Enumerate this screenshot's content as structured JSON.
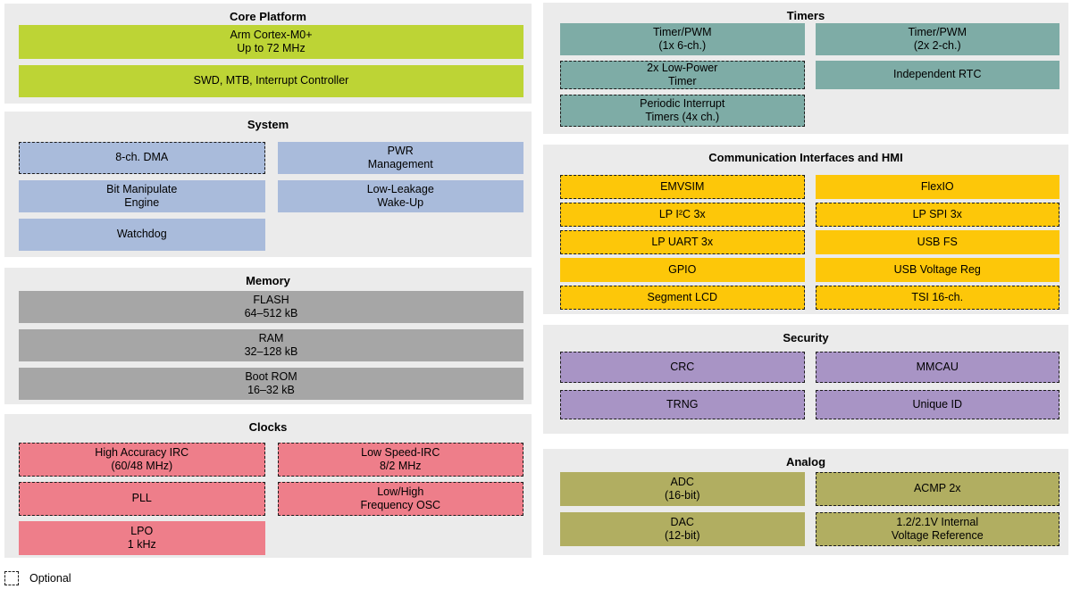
{
  "sections": {
    "core_platform": {
      "title": "Core Platform",
      "blocks": [
        {
          "text": "Arm Cortex-M0+\nUp to 72 MHz",
          "optional": false
        },
        {
          "text": "SWD, MTB, Interrupt Controller",
          "optional": false
        }
      ]
    },
    "system": {
      "title": "System",
      "blocks": [
        {
          "text": "8-ch. DMA",
          "optional": true
        },
        {
          "text": "PWR\nManagement",
          "optional": false
        },
        {
          "text": "Bit Manipulate\nEngine",
          "optional": false
        },
        {
          "text": "Low-Leakage\nWake-Up",
          "optional": false
        },
        {
          "text": "Watchdog",
          "optional": false
        }
      ]
    },
    "memory": {
      "title": "Memory",
      "blocks": [
        {
          "text": "FLASH\n64–512 kB",
          "optional": false
        },
        {
          "text": "RAM\n32–128 kB",
          "optional": false
        },
        {
          "text": "Boot ROM\n16–32 kB",
          "optional": false
        }
      ]
    },
    "clocks": {
      "title": "Clocks",
      "blocks": [
        {
          "text": "High Accuracy IRC\n(60/48 MHz)",
          "optional": true
        },
        {
          "text": "Low Speed-IRC\n8/2 MHz",
          "optional": true
        },
        {
          "text": "PLL",
          "optional": true
        },
        {
          "text": "Low/High\nFrequency OSC",
          "optional": true
        },
        {
          "text": "LPO\n1 kHz",
          "optional": false
        }
      ]
    },
    "timers": {
      "title": "Timers",
      "blocks": [
        {
          "text": "Timer/PWM\n(1x 6-ch.)",
          "optional": false
        },
        {
          "text": "Timer/PWM\n(2x 2-ch.)",
          "optional": false
        },
        {
          "text": "2x Low-Power\nTimer",
          "optional": true
        },
        {
          "text": "Independent RTC",
          "optional": false
        },
        {
          "text": "Periodic Interrupt\nTimers (4x ch.)",
          "optional": true
        }
      ]
    },
    "comm": {
      "title": "Communication Interfaces and HMI",
      "blocks": [
        {
          "text": "EMVSIM",
          "optional": true
        },
        {
          "text": "FlexIO",
          "optional": false
        },
        {
          "text": "LP I²C 3x",
          "optional": true
        },
        {
          "text": "LP SPI 3x",
          "optional": true
        },
        {
          "text": "LP UART 3x",
          "optional": true
        },
        {
          "text": "USB FS",
          "optional": false
        },
        {
          "text": "GPIO",
          "optional": false
        },
        {
          "text": "USB Voltage Reg",
          "optional": false
        },
        {
          "text": "Segment LCD",
          "optional": true
        },
        {
          "text": "TSI 16-ch.",
          "optional": true
        }
      ]
    },
    "security": {
      "title": "Security",
      "blocks": [
        {
          "text": "CRC",
          "optional": true
        },
        {
          "text": "MMCAU",
          "optional": true
        },
        {
          "text": "TRNG",
          "optional": true
        },
        {
          "text": "Unique ID",
          "optional": true
        }
      ]
    },
    "analog": {
      "title": "Analog",
      "blocks": [
        {
          "text": "ADC\n(16-bit)",
          "optional": false
        },
        {
          "text": "ACMP 2x",
          "optional": true
        },
        {
          "text": "DAC\n(12-bit)",
          "optional": false
        },
        {
          "text": "1.2/2.1V Internal\nVoltage Reference",
          "optional": true
        }
      ]
    }
  },
  "legend": {
    "label": "Optional"
  },
  "colors": {
    "core_platform": "#bdd435",
    "system": "#a9bbdb",
    "memory": "#a6a6a6",
    "clocks": "#ee7e8a",
    "timers": "#7eaca6",
    "comm": "#fdc709",
    "security": "#a894c5",
    "analog": "#b1ae61",
    "section_background": "#ebebeb"
  }
}
